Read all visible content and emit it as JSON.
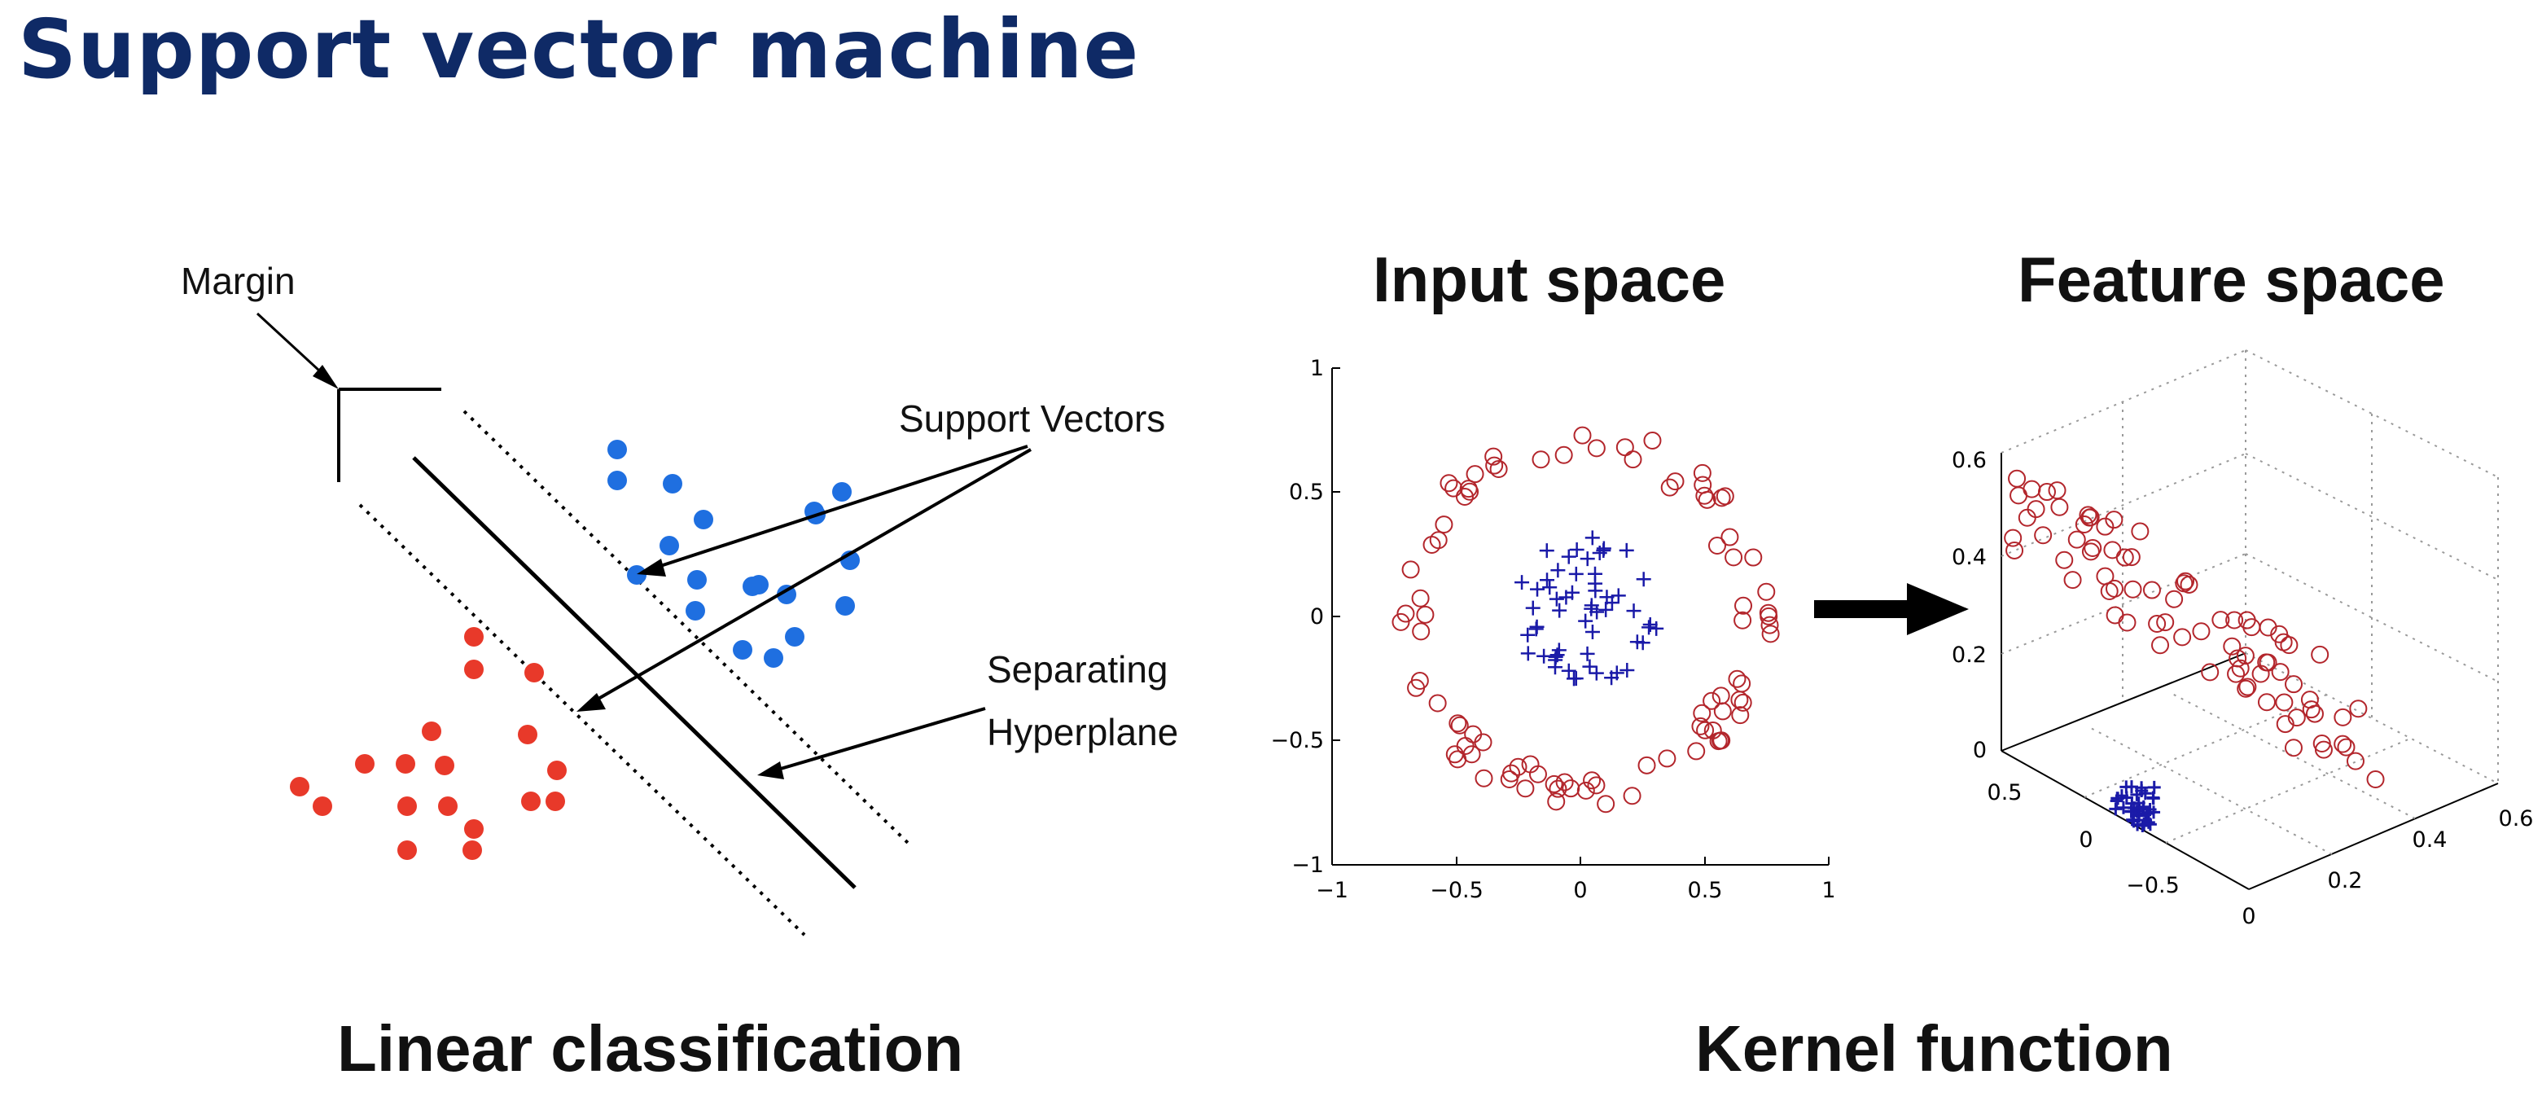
{
  "title": "Support vector machine",
  "linear": {
    "margin_label": "Margin",
    "support_vectors_label": "Support Vectors",
    "separating_line1": "Separating",
    "separating_line2": "Hyperplane",
    "caption": "Linear classification",
    "colors": {
      "positive": "#1f6fe0",
      "negative": "#e8392a",
      "line": "#000000"
    },
    "blue_count": 19,
    "red_count": 18
  },
  "kernel": {
    "caption": "Kernel function",
    "colors": {
      "outer": "#b3262c",
      "inner": "#1a1aa8",
      "arrow": "#000000",
      "grid": "#9a9a9a"
    },
    "input_plot": {
      "title": "Input space",
      "x_ticks": [
        "−1",
        "−0.5",
        "0",
        "0.5",
        "1"
      ],
      "y_ticks": [
        "1",
        "0.5",
        "0",
        "−0.5",
        "−1"
      ],
      "xlim": [
        -1,
        1
      ],
      "ylim": [
        -1,
        1
      ],
      "outer_marker": "circle",
      "inner_marker": "plus",
      "outer_count": 90,
      "inner_count": 58
    },
    "feature_plot": {
      "title": "Feature space",
      "z_ticks": [
        "0.6",
        "0.4",
        "0.2",
        "0"
      ],
      "y_ticks": [
        "0.5",
        "0",
        "−0.5"
      ],
      "x_ticks": [
        "0",
        "0.2",
        "0.4",
        "0.6"
      ],
      "outer_count": 80,
      "inner_count": 40
    }
  }
}
